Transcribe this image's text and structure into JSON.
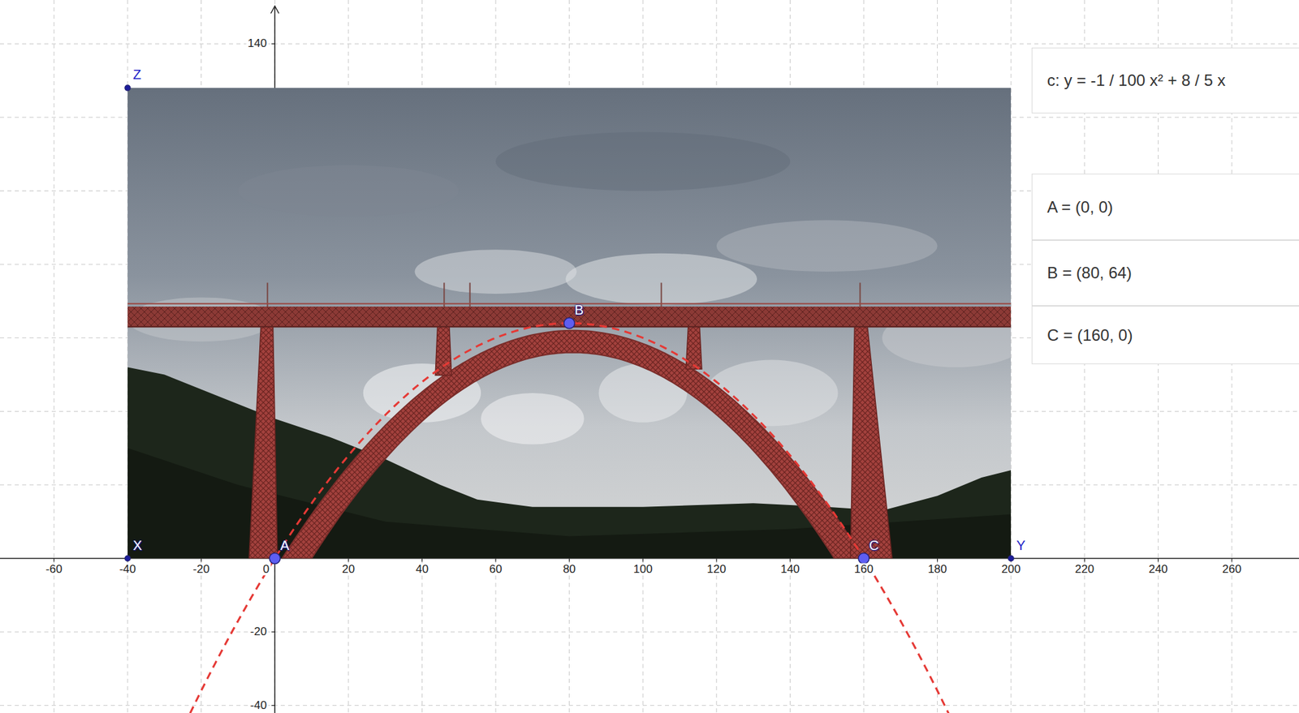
{
  "diagram": {
    "nodes": [
      {
        "text": [
          "c: y = -1 / 100 x² + 8 / 5 x"
        ]
      },
      {
        "text": [
          "A = (0, 0)"
        ]
      },
      {
        "text": [
          "B = (80, 64)"
        ]
      },
      {
        "text": [
          "C = (160, 0)"
        ]
      }
    ],
    "labels": [
      "Z",
      "X",
      "A",
      "B",
      "C",
      "Y",
      "140",
      "-20",
      "-40",
      "-60",
      "-40",
      "-20",
      "0",
      "20",
      "40",
      "60",
      "80",
      "100",
      "120",
      "140",
      "160",
      "180",
      "200",
      "220",
      "240",
      "260"
    ]
  }
}
